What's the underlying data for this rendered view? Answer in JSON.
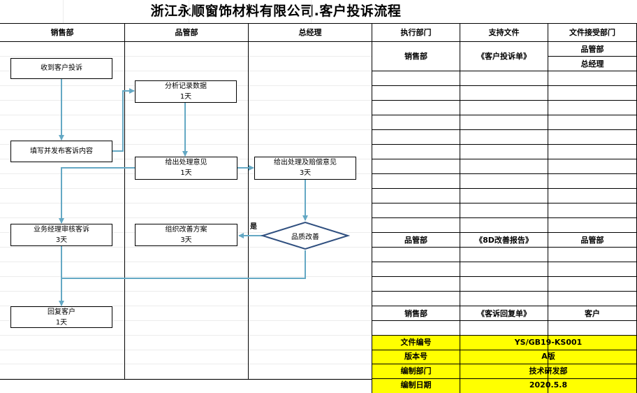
{
  "title": "浙江永顺窗饰材料有限公司.客户投诉流程",
  "columns": [
    "销售部",
    "品管部",
    "总经理",
    "执行部门",
    "支持文件",
    "文件接受部门"
  ],
  "steps": {
    "receive": {
      "line1": "收到客户投诉",
      "line2": ""
    },
    "fill": {
      "line1": "填写并发布客诉内容",
      "line2": ""
    },
    "analyze": {
      "line1": "分析记录数据",
      "line2": "1天"
    },
    "opinion": {
      "line1": "给出处理意见",
      "line2": "1天"
    },
    "compensation": {
      "line1": "给出处理及赔偿意见",
      "line2": "3天"
    },
    "quality": {
      "line1": "品质改善",
      "line2": ""
    },
    "improve": {
      "line1": "组织改善方案",
      "line2": "3天"
    },
    "review": {
      "line1": "业务经理审核客诉",
      "line2": "3天"
    },
    "reply": {
      "line1": "回复客户",
      "line2": "1天"
    }
  },
  "yes_label": "是",
  "table_rows": [
    {
      "dept": "销售部",
      "doc": "《客户投诉单》",
      "receivers": [
        "品管部",
        "总经理"
      ]
    },
    {
      "dept": "品管部",
      "doc": "《8D改善报告》",
      "receivers": [
        "品管部"
      ]
    },
    {
      "dept": "销售部",
      "doc": "《客诉回复单》",
      "receivers": [
        "客户"
      ]
    }
  ],
  "info": [
    {
      "label": "文件编号",
      "value": "YS/GB19-KS001"
    },
    {
      "label": "版本号",
      "value": "A版"
    },
    {
      "label": "编制部门",
      "value": "技术研发部"
    },
    {
      "label": "编制日期",
      "value": "2020.5.8"
    }
  ],
  "colors": {
    "arrow": "#64a8c4",
    "highlight": "#ffff00",
    "diamond": "#2f4f7f"
  }
}
